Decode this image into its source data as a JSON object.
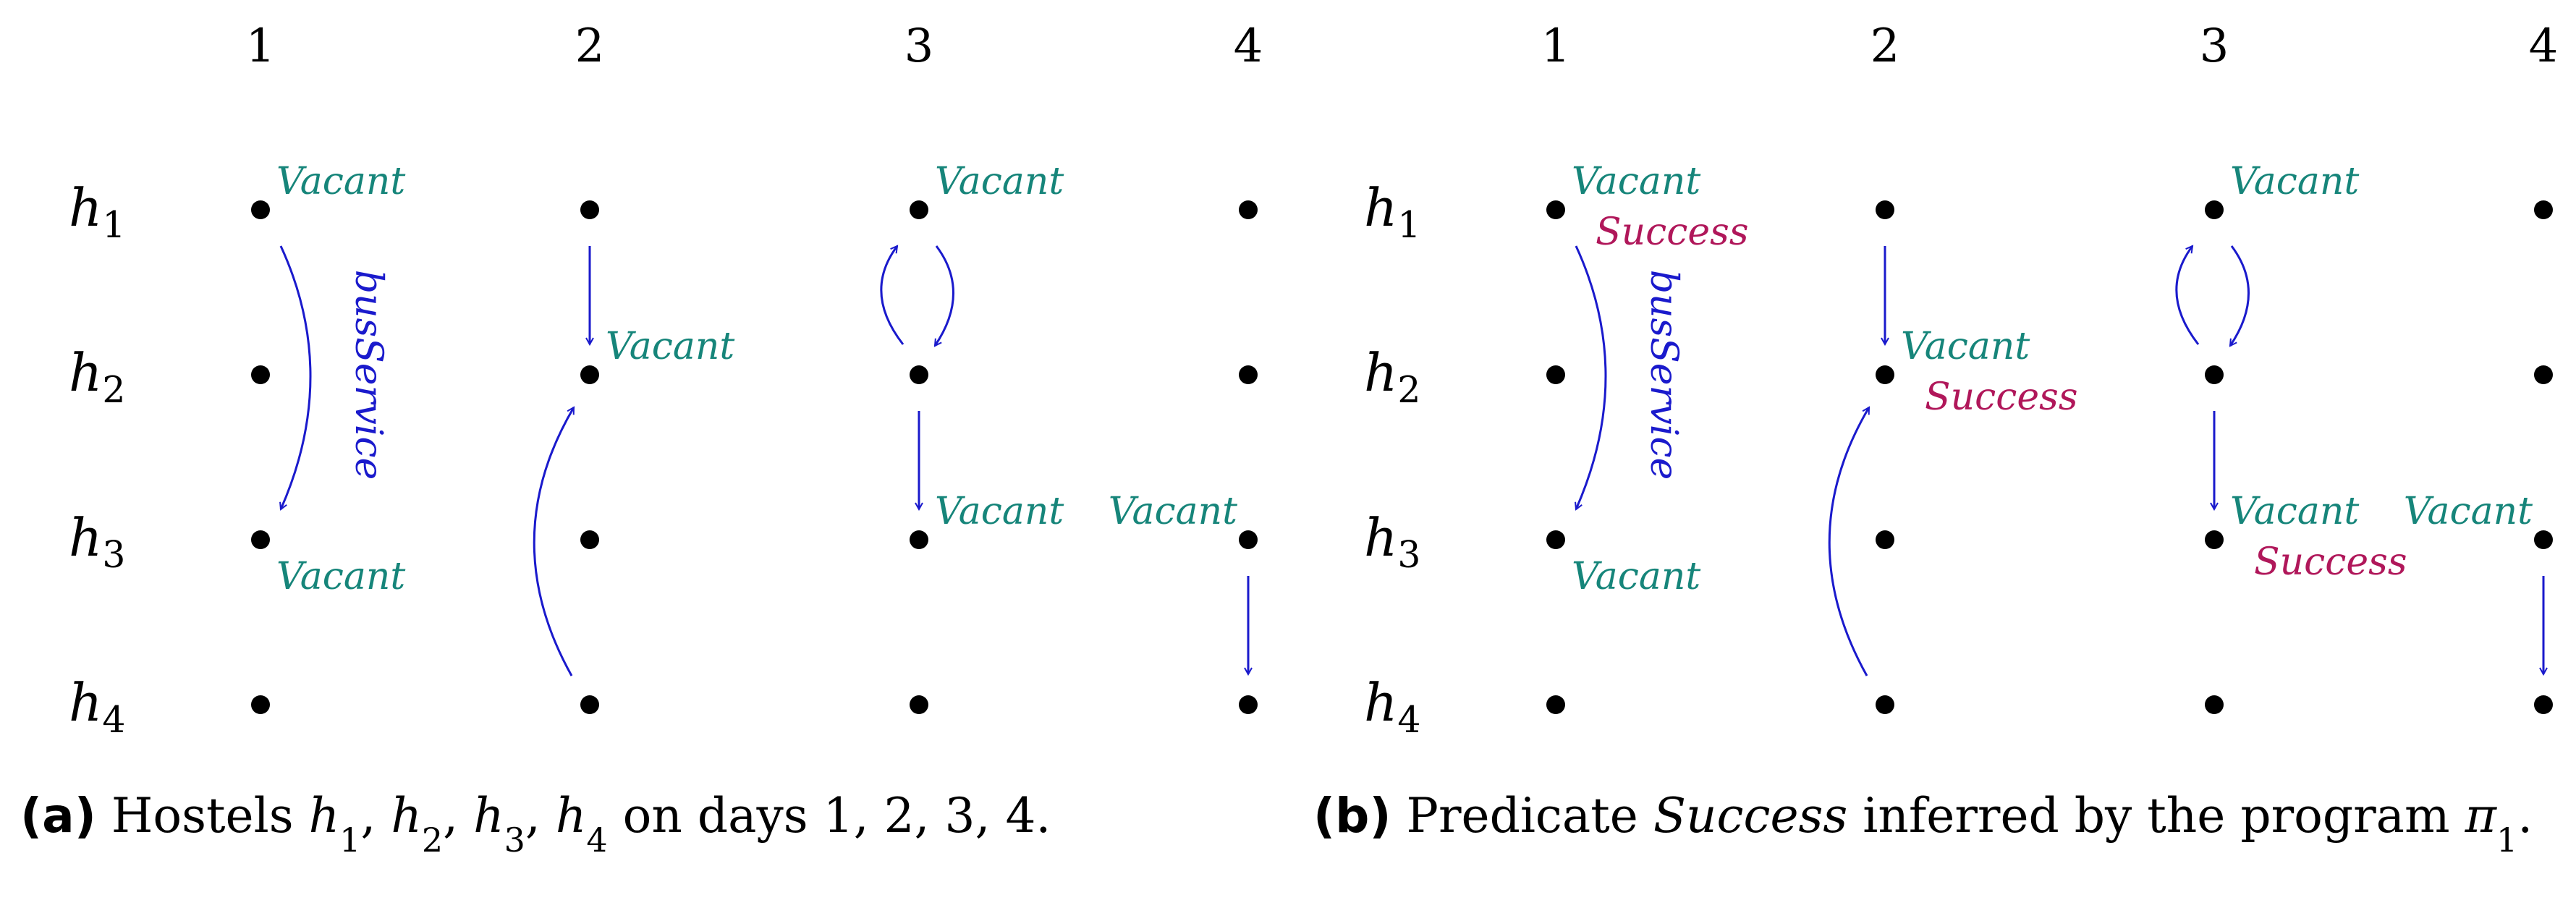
{
  "colors": {
    "vacant": "#16857a",
    "success": "#b0175a",
    "arrow": "#1a1acc",
    "dot": "#000000"
  },
  "panels": [
    {
      "id": "a",
      "day_labels": [
        "1",
        "2",
        "3",
        "4"
      ],
      "hostel_labels": [
        {
          "base": "h",
          "sub": "1"
        },
        {
          "base": "h",
          "sub": "2"
        },
        {
          "base": "h",
          "sub": "3"
        },
        {
          "base": "h",
          "sub": "4"
        }
      ],
      "vacant_label": "Vacant",
      "success_label": "Success",
      "bus_label": "busService",
      "vacant": [
        [
          1,
          1
        ],
        [
          1,
          3
        ],
        [
          2,
          2
        ],
        [
          3,
          1
        ],
        [
          3,
          3
        ],
        [
          4,
          3
        ]
      ],
      "success": [],
      "caption": {
        "label": "(a)",
        "pre": "Hostels",
        "hostels": [
          {
            "base": "h",
            "sub": "1"
          },
          {
            "base": "h",
            "sub": "2"
          },
          {
            "base": "h",
            "sub": "3"
          },
          {
            "base": "h",
            "sub": "4"
          }
        ],
        "mid": "on days",
        "days": "1, 2, 3, 4."
      }
    },
    {
      "id": "b",
      "day_labels": [
        "1",
        "2",
        "3",
        "4"
      ],
      "hostel_labels": [
        {
          "base": "h",
          "sub": "1"
        },
        {
          "base": "h",
          "sub": "2"
        },
        {
          "base": "h",
          "sub": "3"
        },
        {
          "base": "h",
          "sub": "4"
        }
      ],
      "vacant_label": "Vacant",
      "success_label": "Success",
      "bus_label": "busService",
      "vacant": [
        [
          1,
          1
        ],
        [
          1,
          3
        ],
        [
          2,
          2
        ],
        [
          3,
          1
        ],
        [
          3,
          3
        ],
        [
          4,
          3
        ]
      ],
      "success": [
        [
          1,
          1
        ],
        [
          2,
          2
        ],
        [
          3,
          3
        ]
      ],
      "caption": {
        "label": "(b)",
        "pre": "Predicate",
        "predicate": "Success",
        "post": "inferred by the program",
        "program": {
          "base": "π",
          "sub": "1"
        },
        "end": "."
      }
    }
  ],
  "edges": [
    {
      "from": [
        1,
        1
      ],
      "to": [
        1,
        3
      ],
      "shape": "bus"
    },
    {
      "from": [
        2,
        1
      ],
      "to": [
        2,
        2
      ],
      "shape": "straight"
    },
    {
      "from": [
        2,
        4
      ],
      "to": [
        2,
        2
      ],
      "shape": "curve-left"
    },
    {
      "from": [
        3,
        2
      ],
      "to": [
        3,
        1
      ],
      "shape": "loop-left"
    },
    {
      "from": [
        3,
        1
      ],
      "to": [
        3,
        2
      ],
      "shape": "loop-right"
    },
    {
      "from": [
        3,
        2
      ],
      "to": [
        3,
        3
      ],
      "shape": "straight"
    },
    {
      "from": [
        4,
        3
      ],
      "to": [
        4,
        4
      ],
      "shape": "straight"
    }
  ]
}
